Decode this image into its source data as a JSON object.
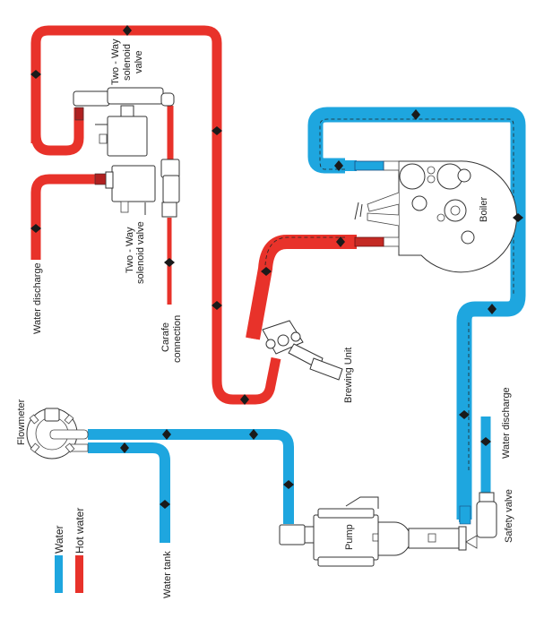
{
  "title": "Coffee machine hydraulic circuit",
  "colors": {
    "water": "#1ea6df",
    "hot_water": "#e8322a",
    "outline": "#333333",
    "background": "#ffffff"
  },
  "legend": [
    {
      "label": "Water",
      "color": "#1ea6df"
    },
    {
      "label": "Hot water",
      "color": "#e8322a"
    }
  ],
  "components": {
    "solenoid_valve_top": {
      "line1": "Two - Way",
      "line2": "solenoid",
      "line3": "valve"
    },
    "solenoid_valve_bottom": {
      "line1": "Two - Way",
      "line2": "solenoid valve"
    },
    "water_discharge_left": "Water discharge",
    "carafe_connection": {
      "line1": "Carafe",
      "line2": "connection"
    },
    "boiler": "Boiler",
    "brewing_unit": "Brewing Unit",
    "flowmeter": "Flowmeter",
    "water_tank": "Water tank",
    "pump": "Pump",
    "safety_valve": "Safety valve",
    "water_discharge_right": "Water discharge"
  },
  "icons": {
    "flow_arrow": "flow-direction-arrow"
  }
}
